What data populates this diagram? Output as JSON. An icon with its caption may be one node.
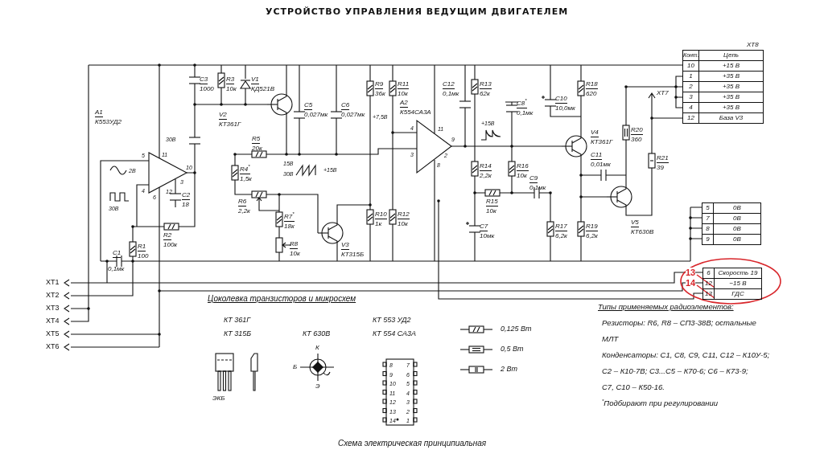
{
  "diagram": {
    "title": "УСТРОЙСТВО УПРАВЛЕНИЯ ВЕДУЩИМ ДВИГАТЕЛЕМ",
    "caption": "Схема электрическая принципиальная",
    "labels": [
      "XT8",
      "Конт.",
      "Цепь",
      "10",
      "+15 В",
      "1",
      "+35 В",
      "2",
      "+35 В",
      "3",
      "+35 В",
      "4",
      "+35 В",
      "12",
      "База V3",
      "С3",
      "1000",
      "R3",
      "10к",
      "V1",
      "КД521В",
      "А1",
      "К553УД2",
      "2В",
      "30В",
      "5",
      "11",
      "10",
      "4",
      "30В",
      "6",
      "12",
      "3",
      "С2",
      "18",
      "R2",
      "100к",
      "R1",
      "100",
      "С1",
      "0,1мк",
      "V2",
      "КТ361Г",
      "С5",
      "0,027мк",
      "С6",
      "0,027мк",
      "R5",
      "20к",
      "R4$^{*}$",
      "1,5к",
      "15В",
      "30В",
      "+15В",
      "R6",
      "2,2к",
      "R7$^{*}$",
      "18к",
      "R8",
      "10к",
      "V3",
      "КТ315Б",
      "R9",
      "36к",
      "R11",
      "10к",
      "+7,5В",
      "А2",
      "К554СА3А",
      "4",
      "11",
      "9",
      "3",
      "2",
      "8",
      "R10",
      "1к",
      "R12",
      "10к",
      "С12",
      "0,1мк",
      "R13",
      "62к",
      "+15В",
      "R14",
      "2,2к",
      "R15",
      "10к",
      "С7",
      "10мк",
      "С8$^{*}$",
      "0,1мк",
      "R16",
      "10к",
      "С9",
      "0,1мк",
      "С10",
      "10,0мк",
      "R17",
      "6,2к",
      "R18",
      "620",
      "V4",
      "КТ361Г",
      "С11",
      "0,01мк",
      "V5",
      "КТ630В",
      "R19",
      "6,2к",
      "R20",
      "360",
      "XT7",
      "R21",
      "39",
      "5",
      "0В",
      "7",
      "0В",
      "8",
      "0В",
      "9",
      "0В",
      "13",
      "6",
      "Скорость 19",
      "XT1",
      "14",
      "12",
      "−15 В",
      "XT2",
      "13",
      "ГДС",
      "XT3",
      "XT4",
      "XT5",
      "XT6",
      "Цоколевка транзисторов и микросхем",
      "КТ 361Г",
      "КТ 315Б",
      "КТ 630В",
      "КТ 553 УД2",
      "КТ 554 СА3А",
      "ЭКБ",
      "К",
      "Б",
      "Э",
      "8",
      "7",
      "9",
      "6",
      "10",
      "5",
      "11",
      "4",
      "12",
      "3",
      "13",
      "2",
      "14",
      "1",
      "Типы применяемых радиоэлементов:",
      "Резисторы: R6, R8 – СП3-38В; остальные",
      "МЛТ",
      "Конденсаторы: С1, С8, С9, С11, С12 – К10У-5;",
      "С2 – К10-7В; С3...С5 – К70-6; С6 – К73-9;",
      "С7, С10 – К50-16.",
      "$^{*}$Подбирают при регулировании"
    ],
    "legend": [
      {
        "text": "0,125 Вт"
      },
      {
        "text": "0,5 Вт"
      },
      {
        "text": "2 Вт"
      }
    ]
  }
}
